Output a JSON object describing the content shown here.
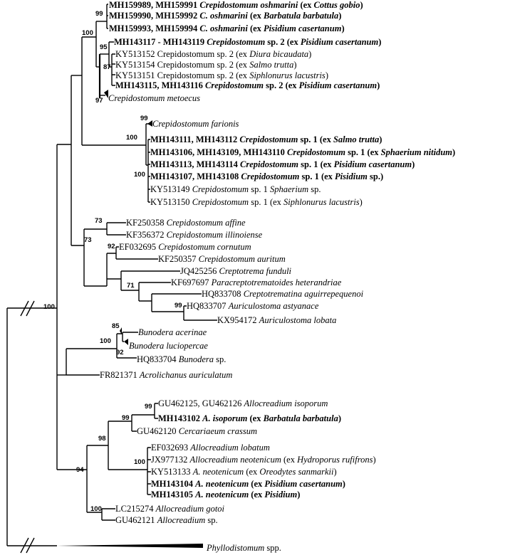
{
  "tips": [
    {
      "id": "t1",
      "parts": [
        [
          "MH159989, MH159991 ",
          0
        ],
        [
          "Crepidostomum oshmarini",
          1
        ],
        [
          " (ex ",
          0
        ],
        [
          "Cottus gobio",
          1
        ],
        [
          ")",
          0
        ]
      ],
      "bold": true
    },
    {
      "id": "t2",
      "parts": [
        [
          "MH159990, MH159992 ",
          0
        ],
        [
          "C. oshmarini",
          1
        ],
        [
          " (ex ",
          0
        ],
        [
          "Barbatula barbatula",
          1
        ],
        [
          ")",
          0
        ]
      ],
      "bold": true
    },
    {
      "id": "t3",
      "parts": [
        [
          "MH159993, MH159994 ",
          0
        ],
        [
          "C. oshmarini",
          1
        ],
        [
          " (ex ",
          0
        ],
        [
          "Pisidium casertanum",
          1
        ],
        [
          ")",
          0
        ]
      ],
      "bold": true
    },
    {
      "id": "t4",
      "parts": [
        [
          "MH143117 - MH143119 ",
          0
        ],
        [
          "Crepidostomum",
          1
        ],
        [
          " sp. 2 (ex ",
          0
        ],
        [
          "Pisidium casertanum",
          1
        ],
        [
          ")",
          0
        ]
      ],
      "bold": true
    },
    {
      "id": "t5",
      "parts": [
        [
          "KY513152 Crepidostomum sp. 2 (ex ",
          0
        ],
        [
          "Diura bicaudata",
          1
        ],
        [
          ")",
          0
        ]
      ],
      "bold": false
    },
    {
      "id": "t6",
      "parts": [
        [
          "KY513154 Crepidostomum sp. 2 (ex ",
          0
        ],
        [
          "Salmo trutta",
          1
        ],
        [
          ")",
          0
        ]
      ],
      "bold": false
    },
    {
      "id": "t7",
      "parts": [
        [
          "KY513151 Crepidostomum sp. 2 (ex ",
          0
        ],
        [
          "Siphlonurus lacustris",
          1
        ],
        [
          ")",
          0
        ]
      ],
      "bold": false
    },
    {
      "id": "t8",
      "parts": [
        [
          "MH143115, MH143116 ",
          0
        ],
        [
          "Crepidostomum",
          1
        ],
        [
          " sp. 2 (ex ",
          0
        ],
        [
          "Pisidium casertanum",
          1
        ],
        [
          ")",
          0
        ]
      ],
      "bold": true
    },
    {
      "id": "t9",
      "parts": [
        [
          "Crepidostomum metoecus",
          1
        ]
      ],
      "bold": false
    },
    {
      "id": "t10",
      "parts": [
        [
          "Crepidostomum farionis",
          1
        ]
      ],
      "bold": false
    },
    {
      "id": "t11",
      "parts": [
        [
          "MH143111, MH143112 ",
          0
        ],
        [
          "Crepidostomum",
          1
        ],
        [
          " sp. 1 (ex ",
          0
        ],
        [
          "Salmo trutta",
          1
        ],
        [
          ")",
          0
        ]
      ],
      "bold": true
    },
    {
      "id": "t12",
      "parts": [
        [
          "MH143106, MH143109, MH143110 ",
          0
        ],
        [
          "Crepidostomum",
          1
        ],
        [
          " sp. 1 (ex ",
          0
        ],
        [
          "Sphaerium nitidum",
          1
        ],
        [
          ")",
          0
        ]
      ],
      "bold": true
    },
    {
      "id": "t13",
      "parts": [
        [
          "MH143113, MH143114 ",
          0
        ],
        [
          "Crepidostomum",
          1
        ],
        [
          " sp. 1 (ex ",
          0
        ],
        [
          "Pisidium casertanum",
          1
        ],
        [
          ")",
          0
        ]
      ],
      "bold": true
    },
    {
      "id": "t14",
      "parts": [
        [
          "MH143107, MH143108 ",
          0
        ],
        [
          "Crepidostomum",
          1
        ],
        [
          " sp. 1 (ex ",
          0
        ],
        [
          "Pisidium",
          1
        ],
        [
          " sp.)",
          0
        ]
      ],
      "bold": true
    },
    {
      "id": "t15",
      "parts": [
        [
          "KY513149 ",
          0
        ],
        [
          "Crepidostomum",
          1
        ],
        [
          " sp. 1 ",
          0
        ],
        [
          "Sphaerium",
          1
        ],
        [
          " sp.",
          0
        ]
      ],
      "bold": false
    },
    {
      "id": "t16",
      "parts": [
        [
          "KY513150 ",
          0
        ],
        [
          "Crepidostomum",
          1
        ],
        [
          " sp. 1 (ex ",
          0
        ],
        [
          "Siphlonurus lacustris",
          1
        ],
        [
          ")",
          0
        ]
      ],
      "bold": false
    },
    {
      "id": "t17",
      "parts": [
        [
          "KF250358 ",
          0
        ],
        [
          "Crepidostomum affine",
          1
        ]
      ],
      "bold": false
    },
    {
      "id": "t18",
      "parts": [
        [
          "KF356372 ",
          0
        ],
        [
          "Crepidostomum illinoiense",
          1
        ]
      ],
      "bold": false
    },
    {
      "id": "t19",
      "parts": [
        [
          "EF032695 ",
          0
        ],
        [
          "Crepidostomum cornutum",
          1
        ]
      ],
      "bold": false
    },
    {
      "id": "t20",
      "parts": [
        [
          "KF250357 ",
          0
        ],
        [
          "Crepidostomum auritum",
          1
        ]
      ],
      "bold": false
    },
    {
      "id": "t21",
      "parts": [
        [
          "JQ425256 ",
          0
        ],
        [
          "Creptotrema funduli",
          1
        ]
      ],
      "bold": false
    },
    {
      "id": "t22",
      "parts": [
        [
          "KF697697 ",
          0
        ],
        [
          "Paracreptotrematoides heterandriae",
          1
        ]
      ],
      "bold": false
    },
    {
      "id": "t23",
      "parts": [
        [
          "HQ833708 ",
          0
        ],
        [
          "Creptotrematina aguirrepequenoi",
          1
        ]
      ],
      "bold": false
    },
    {
      "id": "t24",
      "parts": [
        [
          "HQ833707 ",
          0
        ],
        [
          "Auriculostoma astyanace",
          1
        ]
      ],
      "bold": false
    },
    {
      "id": "t25",
      "parts": [
        [
          "KX954172 ",
          0
        ],
        [
          "Auriculostoma lobata",
          1
        ]
      ],
      "bold": false
    },
    {
      "id": "t26",
      "parts": [
        [
          "Bunodera acerinae",
          1
        ]
      ],
      "bold": false
    },
    {
      "id": "t27",
      "parts": [
        [
          "Bunodera luciopercae",
          1
        ]
      ],
      "bold": false
    },
    {
      "id": "t28",
      "parts": [
        [
          "HQ833704 ",
          0
        ],
        [
          "Bunodera",
          1
        ],
        [
          " sp.",
          0
        ]
      ],
      "bold": false
    },
    {
      "id": "t29",
      "parts": [
        [
          "FR821371 ",
          0
        ],
        [
          "Acrolichanus auriculatum",
          1
        ]
      ],
      "bold": false
    },
    {
      "id": "t30",
      "parts": [
        [
          "GU462125, GU462126 ",
          0
        ],
        [
          "Allocreadium isoporum",
          1
        ]
      ],
      "bold": false
    },
    {
      "id": "t31",
      "parts": [
        [
          "MH143102 ",
          0
        ],
        [
          "A. isoporum",
          1
        ],
        [
          " (ex ",
          0
        ],
        [
          "Barbatula barbatula",
          1
        ],
        [
          ")",
          0
        ]
      ],
      "bold": true
    },
    {
      "id": "t32",
      "parts": [
        [
          "GU462120 ",
          0
        ],
        [
          "Cercariaeum crassum",
          1
        ]
      ],
      "bold": false
    },
    {
      "id": "t33",
      "parts": [
        [
          "EF032693 ",
          0
        ],
        [
          "Allocreadium lobatum",
          1
        ]
      ],
      "bold": false
    },
    {
      "id": "t34",
      "parts": [
        [
          "JX977132 ",
          0
        ],
        [
          "Allocreadium neotenicum",
          1
        ],
        [
          " (ex ",
          0
        ],
        [
          "Hydroporus rufifrons",
          1
        ],
        [
          ")",
          0
        ]
      ],
      "bold": false
    },
    {
      "id": "t35",
      "parts": [
        [
          "KY513133 ",
          0
        ],
        [
          "A. neotenicum",
          1
        ],
        [
          " (ex ",
          0
        ],
        [
          "Oreodytes sanmarkii",
          1
        ],
        [
          ")",
          0
        ]
      ],
      "bold": false
    },
    {
      "id": "t36",
      "parts": [
        [
          "MH143104 ",
          0
        ],
        [
          "A. neotenicum",
          1
        ],
        [
          " (ex ",
          0
        ],
        [
          "Pisidium casertanum",
          1
        ],
        [
          ")",
          0
        ]
      ],
      "bold": true
    },
    {
      "id": "t37",
      "parts": [
        [
          "MH143105 ",
          0
        ],
        [
          "A. neotenicum",
          1
        ],
        [
          " (ex ",
          0
        ],
        [
          "Pisidium",
          1
        ],
        [
          ")",
          0
        ]
      ],
      "bold": true
    },
    {
      "id": "t38",
      "parts": [
        [
          "LC215274 ",
          0
        ],
        [
          "Allocreadium gotoi",
          1
        ]
      ],
      "bold": false
    },
    {
      "id": "t39",
      "parts": [
        [
          "GU462121 ",
          0
        ],
        [
          "Allocreadium",
          1
        ],
        [
          " sp.",
          0
        ]
      ],
      "bold": false
    },
    {
      "id": "t40",
      "parts": [
        [
          "Phyllodistomum",
          1
        ],
        [
          " spp.",
          0
        ]
      ],
      "bold": false
    }
  ],
  "supports": [
    {
      "id": "s1",
      "value": "99"
    },
    {
      "id": "s2",
      "value": "100"
    },
    {
      "id": "s3",
      "value": "95"
    },
    {
      "id": "s4",
      "value": "87"
    },
    {
      "id": "s5",
      "value": "97"
    },
    {
      "id": "s6",
      "value": "99"
    },
    {
      "id": "s7",
      "value": "100"
    },
    {
      "id": "s8",
      "value": "100"
    },
    {
      "id": "s9",
      "value": "73"
    },
    {
      "id": "s10",
      "value": "73"
    },
    {
      "id": "s11",
      "value": "92"
    },
    {
      "id": "s12",
      "value": "71"
    },
    {
      "id": "s13",
      "value": "99"
    },
    {
      "id": "s14",
      "value": "100"
    },
    {
      "id": "s15",
      "value": "85"
    },
    {
      "id": "s16",
      "value": "100"
    },
    {
      "id": "s17",
      "value": "92"
    },
    {
      "id": "s18",
      "value": "99"
    },
    {
      "id": "s19",
      "value": "99"
    },
    {
      "id": "s20",
      "value": "98"
    },
    {
      "id": "s21",
      "value": "100"
    },
    {
      "id": "s22",
      "value": "94"
    },
    {
      "id": "s23",
      "value": "100"
    }
  ]
}
